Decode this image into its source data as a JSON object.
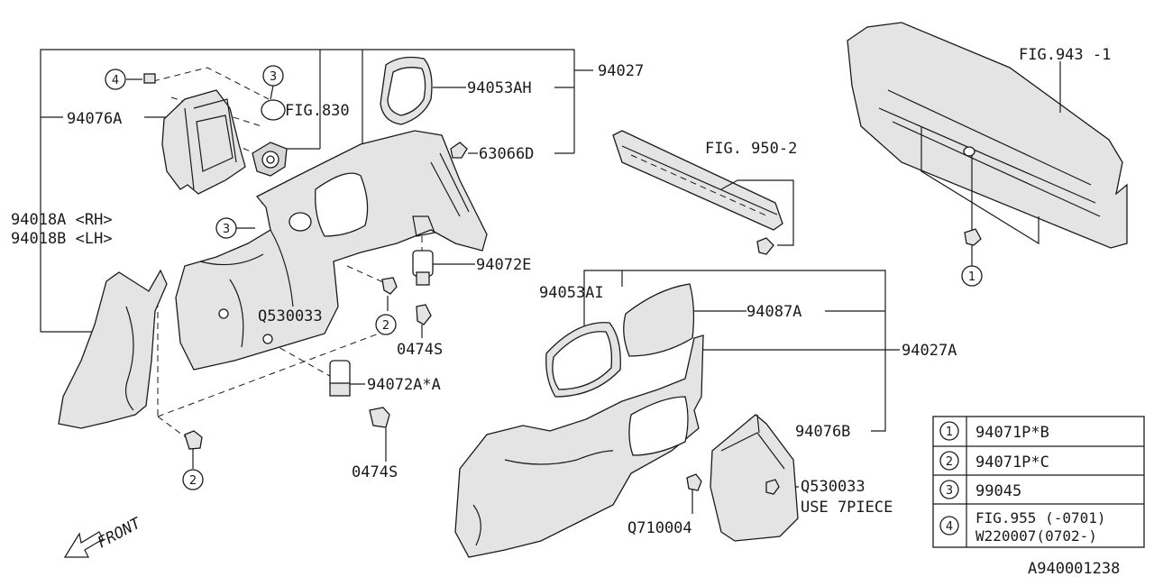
{
  "diagram_id": "A940001238",
  "parts": {
    "p94027": "94027",
    "p94053AH": "94053AH",
    "p63066D": "63066D",
    "fig830": "FIG.830",
    "p94076A": "94076A",
    "p94018A": "94018A <RH>",
    "p94018B": "94018B <LH>",
    "p94072E": "94072E",
    "q530033_left": "Q530033",
    "p0474S_upper": "0474S",
    "p94072A": "94072A*A",
    "p0474S_lower": "0474S",
    "fig950": "FIG. 950-2",
    "fig943": "FIG.943 -1",
    "p94053AI": "94053AI",
    "p94087A": "94087A",
    "p94027A": "94027A",
    "p94076B": "94076B",
    "q530033_right": "Q530033",
    "use7piece": "USE 7PIECE",
    "q710004": "Q710004",
    "front": "FRONT"
  },
  "callouts": {
    "c1": "1",
    "c2": "2",
    "c3": "3",
    "c4": "4"
  },
  "legend": [
    {
      "key": "1",
      "value": "94071P*B"
    },
    {
      "key": "2",
      "value": "94071P*C"
    },
    {
      "key": "3",
      "value": "99045"
    },
    {
      "key": "4",
      "value": "FIG.955 (-0701)",
      "value2": "W220007(0702-)"
    }
  ]
}
